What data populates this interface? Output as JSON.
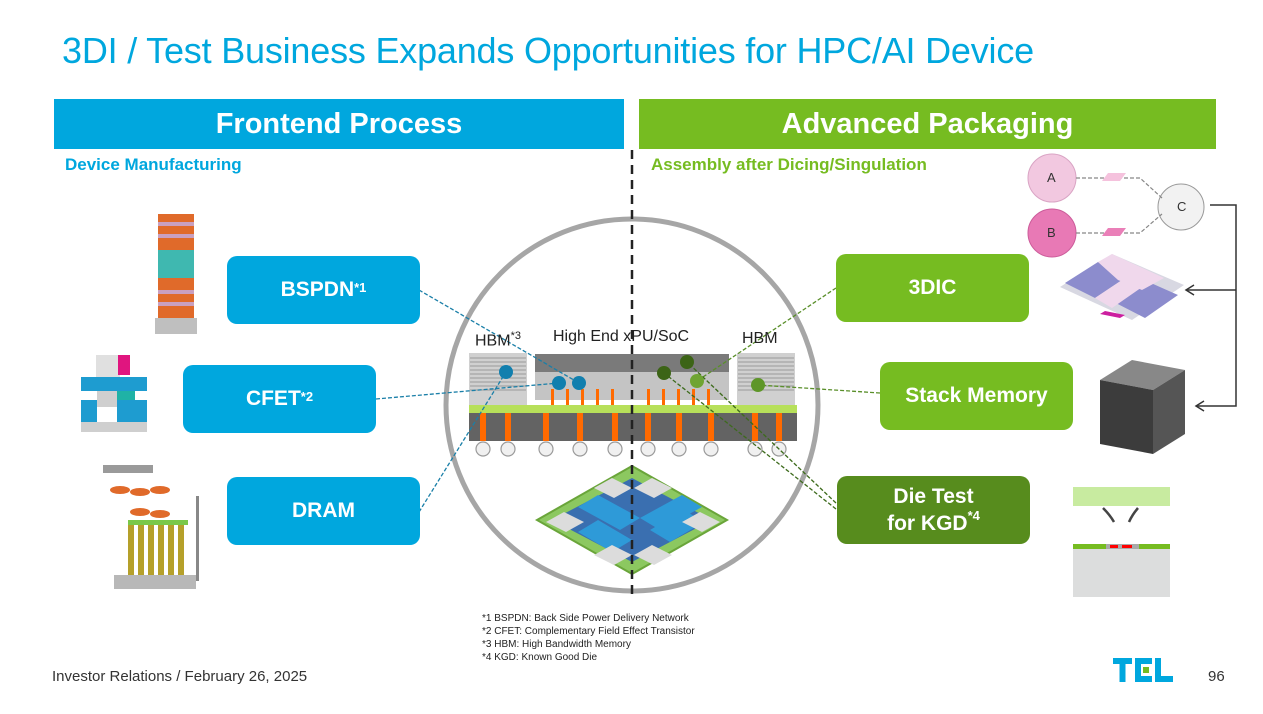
{
  "title": "3DI / Test Business Expands Opportunities for HPC/AI Device",
  "left_section": {
    "header": "Frontend Process",
    "subheader": "Device Manufacturing",
    "color": "#00a7de",
    "items": [
      {
        "label": "BSPDN",
        "sup": "*1",
        "illustration": "bspdn-structure-icon"
      },
      {
        "label": "CFET",
        "sup": "*2",
        "illustration": "cfet-transistor-icon"
      },
      {
        "label": "DRAM",
        "sup": "",
        "illustration": "dram-capacitor-array-icon"
      }
    ]
  },
  "right_section": {
    "header": "Advanced Packaging",
    "subheader": "Assembly after Dicing/Singulation",
    "color": "#76bc21",
    "items": [
      {
        "label": "3DIC",
        "sup": "",
        "illustration": "3dic-chiplet-icon"
      },
      {
        "label": "Stack Memory",
        "sup": "",
        "illustration": "stacked-memory-cube-icon"
      },
      {
        "label_line1": "Die Test",
        "label_line2": "for KGD",
        "sup": "*4",
        "illustration": "probe-test-icon"
      }
    ],
    "wafer_flow": {
      "wafer_a": "A",
      "wafer_b": "B",
      "wafer_c": "C"
    }
  },
  "center": {
    "labels": {
      "hbm_left": "HBM",
      "hbm_left_sup": "*3",
      "xpu": "High End xPU/SoC",
      "hbm_right": "HBM"
    },
    "illustration": "hpc-package-cross-section"
  },
  "footnotes": [
    "*1 BSPDN:  Back Side Power Delivery Network",
    "*2 CFET: Complementary Field Effect Transistor",
    "*3 HBM: High Bandwidth Memory",
    "*4 KGD:  Known Good Die"
  ],
  "footer": {
    "text": "Investor Relations / February 26, 2025",
    "page_number": "96",
    "logo": "TEL"
  },
  "colors": {
    "blue": "#00a7de",
    "green": "#76bc21",
    "dark_green": "#578c1d"
  }
}
